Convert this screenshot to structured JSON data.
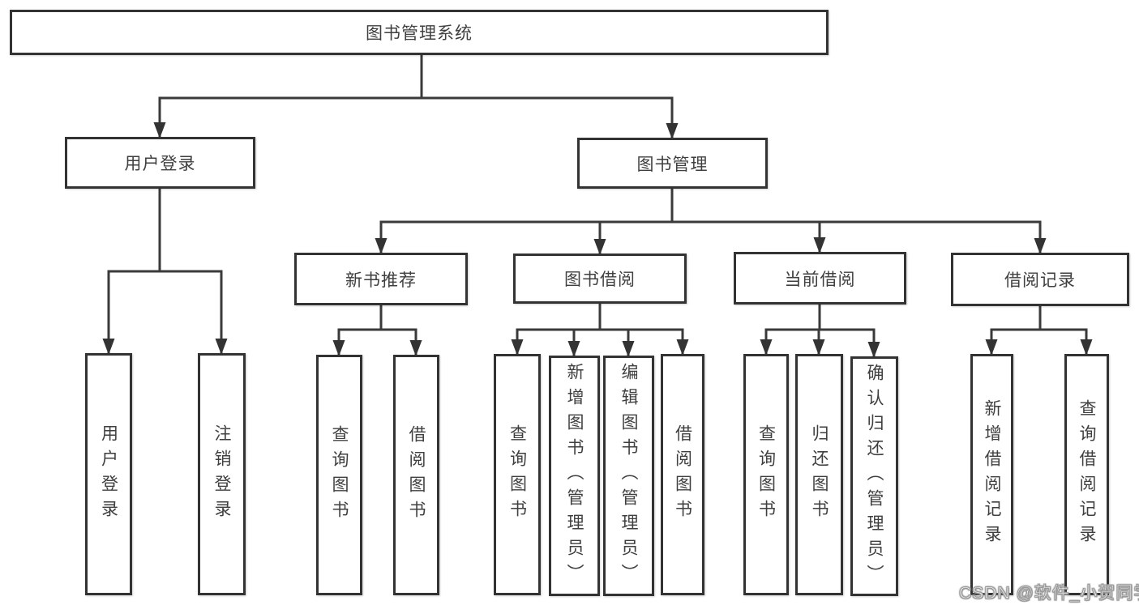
{
  "tree": {
    "label": "图书管理系统",
    "children": [
      {
        "label": "用户登录",
        "children": [
          {
            "label": "用户登录"
          },
          {
            "label": "注销登录"
          }
        ]
      },
      {
        "label": "图书管理",
        "children": [
          {
            "label": "新书推荐",
            "children": [
              {
                "label": "查询图书"
              },
              {
                "label": "借阅图书"
              }
            ]
          },
          {
            "label": "图书借阅",
            "children": [
              {
                "label": "查询图书"
              },
              {
                "label": "新增图书（管理员）"
              },
              {
                "label": "编辑图书（管理员）"
              },
              {
                "label": "借阅图书"
              }
            ]
          },
          {
            "label": "当前借阅",
            "children": [
              {
                "label": "查询图书"
              },
              {
                "label": "归还图书"
              },
              {
                "label": "确认归还（管理员）"
              }
            ]
          },
          {
            "label": "借阅记录",
            "children": [
              {
                "label": "新增借阅记录"
              },
              {
                "label": "查询借阅记录"
              }
            ]
          }
        ]
      }
    ]
  },
  "watermark": {
    "text": "CSDN @软件_小贺同学"
  },
  "colors": {
    "background": "#ffffff",
    "line": "#3a3a3a",
    "box_border": "#333333",
    "text": "#3f3f3f",
    "watermark_fill": "#ffffff",
    "watermark_outline": "#9a9a9a"
  }
}
